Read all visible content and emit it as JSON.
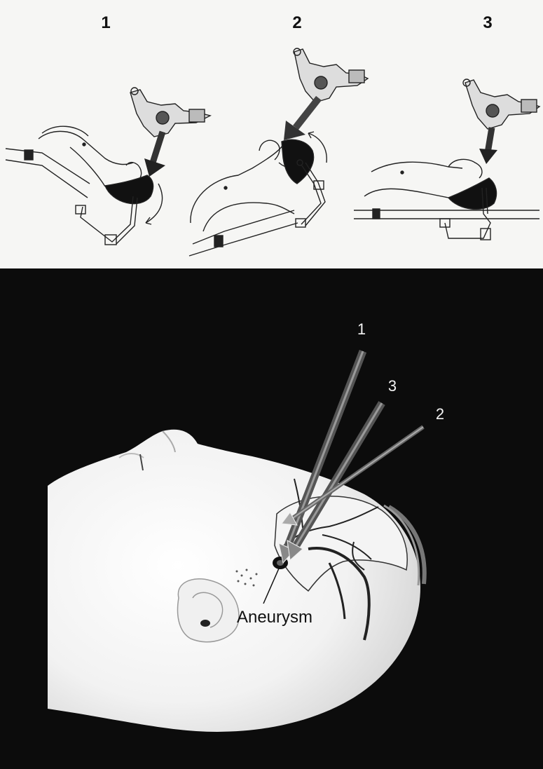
{
  "top_panel": {
    "position_labels": [
      "1",
      "2",
      "3"
    ]
  },
  "bottom_panel": {
    "trajectory_labels": [
      "1",
      "3",
      "2"
    ],
    "annotation": "Aneurysm"
  }
}
